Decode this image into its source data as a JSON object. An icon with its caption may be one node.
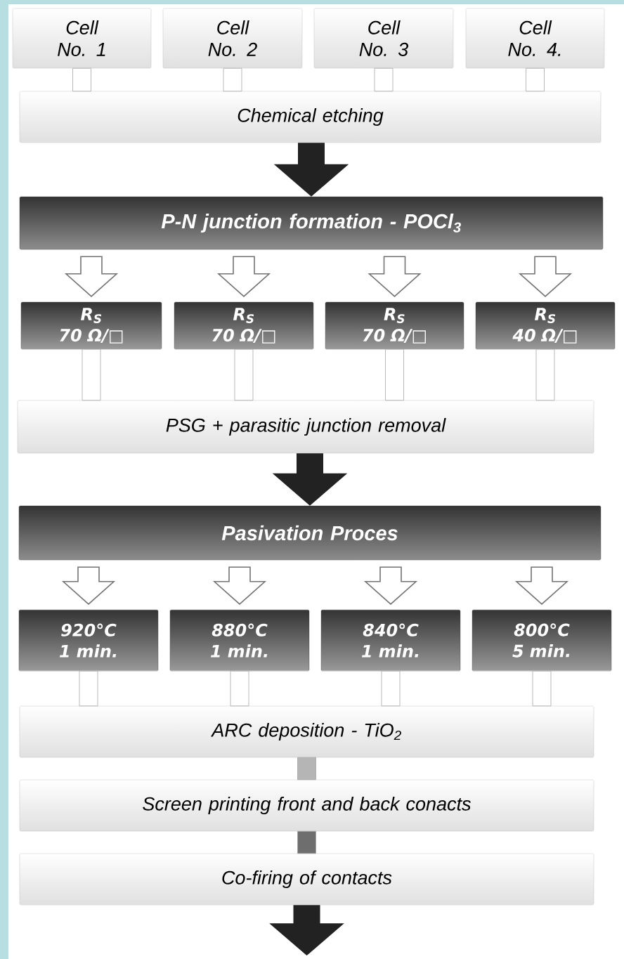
{
  "diagram": {
    "nodes": [
      {
        "text": [
          "Cell No. 1"
        ]
      },
      {
        "text": [
          "Cell No. 2"
        ]
      },
      {
        "text": [
          "Cell No. 3"
        ]
      },
      {
        "text": [
          "Cell No. 4."
        ]
      },
      {
        "text": [
          "Chemical etching"
        ]
      },
      {
        "text": [
          "P-N junction formation - POCl$_{3}$"
        ]
      },
      {
        "text": [
          "R$_{S}$",
          "70 Ω/□"
        ]
      },
      {
        "text": [
          "R$_{S}$",
          "70 Ω/□"
        ]
      },
      {
        "text": [
          "R$_{S}$",
          "70 Ω/□"
        ]
      },
      {
        "text": [
          "R$_{S}$",
          "40 Ω/□"
        ]
      },
      {
        "text": [
          "PSG + parasitic junction removal"
        ]
      },
      {
        "text": [
          "Pasivation Proces"
        ]
      },
      {
        "text": [
          "920°C",
          "1 min."
        ]
      },
      {
        "text": [
          "880°C",
          "1 min."
        ]
      },
      {
        "text": [
          "840°C",
          "1 min."
        ]
      },
      {
        "text": [
          "800°C",
          "5 min."
        ]
      },
      {
        "text": [
          "ARC deposition - TiO$_{2}$"
        ]
      },
      {
        "text": [
          "Screen printing front and back conacts"
        ]
      },
      {
        "text": [
          "Co-firing of contacts"
        ]
      }
    ],
    "edges": [
      {
        "from": 0,
        "to": 4,
        "arrow": "none"
      },
      {
        "from": 1,
        "to": 4,
        "arrow": "none"
      },
      {
        "from": 2,
        "to": 4,
        "arrow": "none"
      },
      {
        "from": 3,
        "to": 4,
        "arrow": "none"
      },
      {
        "from": 4,
        "to": 5,
        "arrow": "to",
        "color": "#222222"
      },
      {
        "from": 5,
        "to": 6,
        "arrow": "to"
      },
      {
        "from": 5,
        "to": 7,
        "arrow": "to"
      },
      {
        "from": 5,
        "to": 8,
        "arrow": "to"
      },
      {
        "from": 5,
        "to": 9,
        "arrow": "to"
      },
      {
        "from": 6,
        "to": 10,
        "arrow": "none"
      },
      {
        "from": 7,
        "to": 10,
        "arrow": "none"
      },
      {
        "from": 8,
        "to": 10,
        "arrow": "none"
      },
      {
        "from": 9,
        "to": 10,
        "arrow": "none"
      },
      {
        "from": 10,
        "to": 11,
        "arrow": "to",
        "color": "#222222"
      },
      {
        "from": 11,
        "to": 12,
        "arrow": "to"
      },
      {
        "from": 11,
        "to": 13,
        "arrow": "to"
      },
      {
        "from": 11,
        "to": 14,
        "arrow": "to"
      },
      {
        "from": 11,
        "to": 15,
        "arrow": "to"
      },
      {
        "from": 12,
        "to": 16,
        "arrow": "none"
      },
      {
        "from": 13,
        "to": 16,
        "arrow": "none"
      },
      {
        "from": 14,
        "to": 16,
        "arrow": "none"
      },
      {
        "from": 15,
        "to": 16,
        "arrow": "none"
      },
      {
        "from": 16,
        "to": 17,
        "arrow": "none",
        "color": "#b5b5b5"
      },
      {
        "from": 17,
        "to": 18,
        "arrow": "none",
        "color": "#6e6e6e"
      },
      {
        "from": 18,
        "to": null,
        "arrow": "to",
        "color": "#222222"
      }
    ]
  }
}
